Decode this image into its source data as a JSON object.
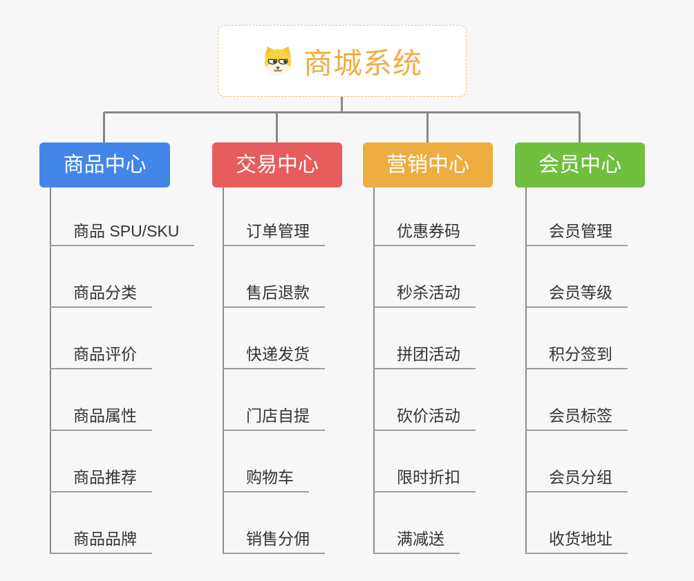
{
  "page": {
    "background_color": "#f7f7f7",
    "connector_color": "#878787",
    "underline_color": "#9c9c9c",
    "item_text_color": "#333333"
  },
  "root": {
    "title": "商城系统",
    "icon": "dog-face-icon",
    "text_color": "#f1ad42",
    "border_color": "#f3bd6a"
  },
  "branches": [
    {
      "label": "商品中心",
      "color": "#4386e8",
      "items": [
        "商品 SPU/SKU",
        "商品分类",
        "商品评价",
        "商品属性",
        "商品推荐",
        "商品品牌"
      ]
    },
    {
      "label": "交易中心",
      "color": "#e75c5c",
      "items": [
        "订单管理",
        "售后退款",
        "快递发货",
        "门店自提",
        "购物车",
        "销售分佣"
      ]
    },
    {
      "label": "营销中心",
      "color": "#edad40",
      "items": [
        "优惠券码",
        "秒杀活动",
        "拼团活动",
        "砍价活动",
        "限时折扣",
        "满减送"
      ]
    },
    {
      "label": "会员中心",
      "color": "#70bf3f",
      "items": [
        "会员管理",
        "会员等级",
        "积分签到",
        "会员标签",
        "会员分组",
        "收货地址"
      ]
    }
  ]
}
